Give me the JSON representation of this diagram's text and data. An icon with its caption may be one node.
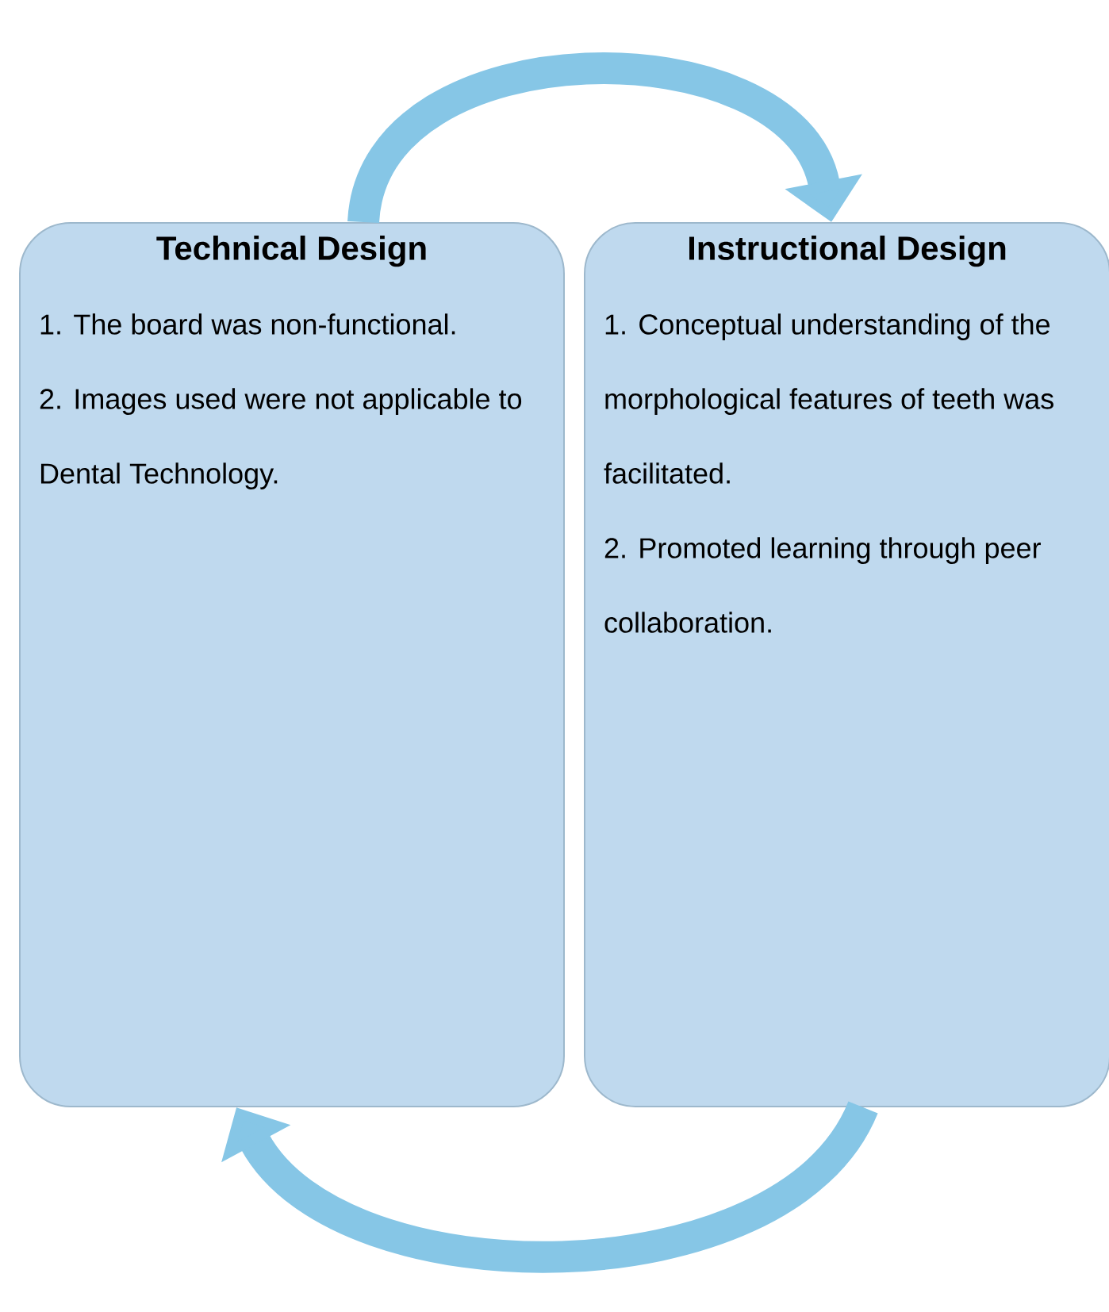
{
  "diagram": {
    "nodes": [
      {
        "text": [
          "Technical Design",
          "1. The board was non-functional.",
          "2. Images used were not applicable to Dental Technology."
        ]
      },
      {
        "text": [
          "Instructional Design",
          "1. Conceptual understanding of the morphological features of teeth was facilitated.",
          "2. Promoted learning through peer collaboration."
        ]
      }
    ],
    "edges": [
      {
        "from": 0,
        "to": 1,
        "arrow": "to"
      },
      {
        "from": 1,
        "to": 0,
        "arrow": "to"
      }
    ]
  }
}
